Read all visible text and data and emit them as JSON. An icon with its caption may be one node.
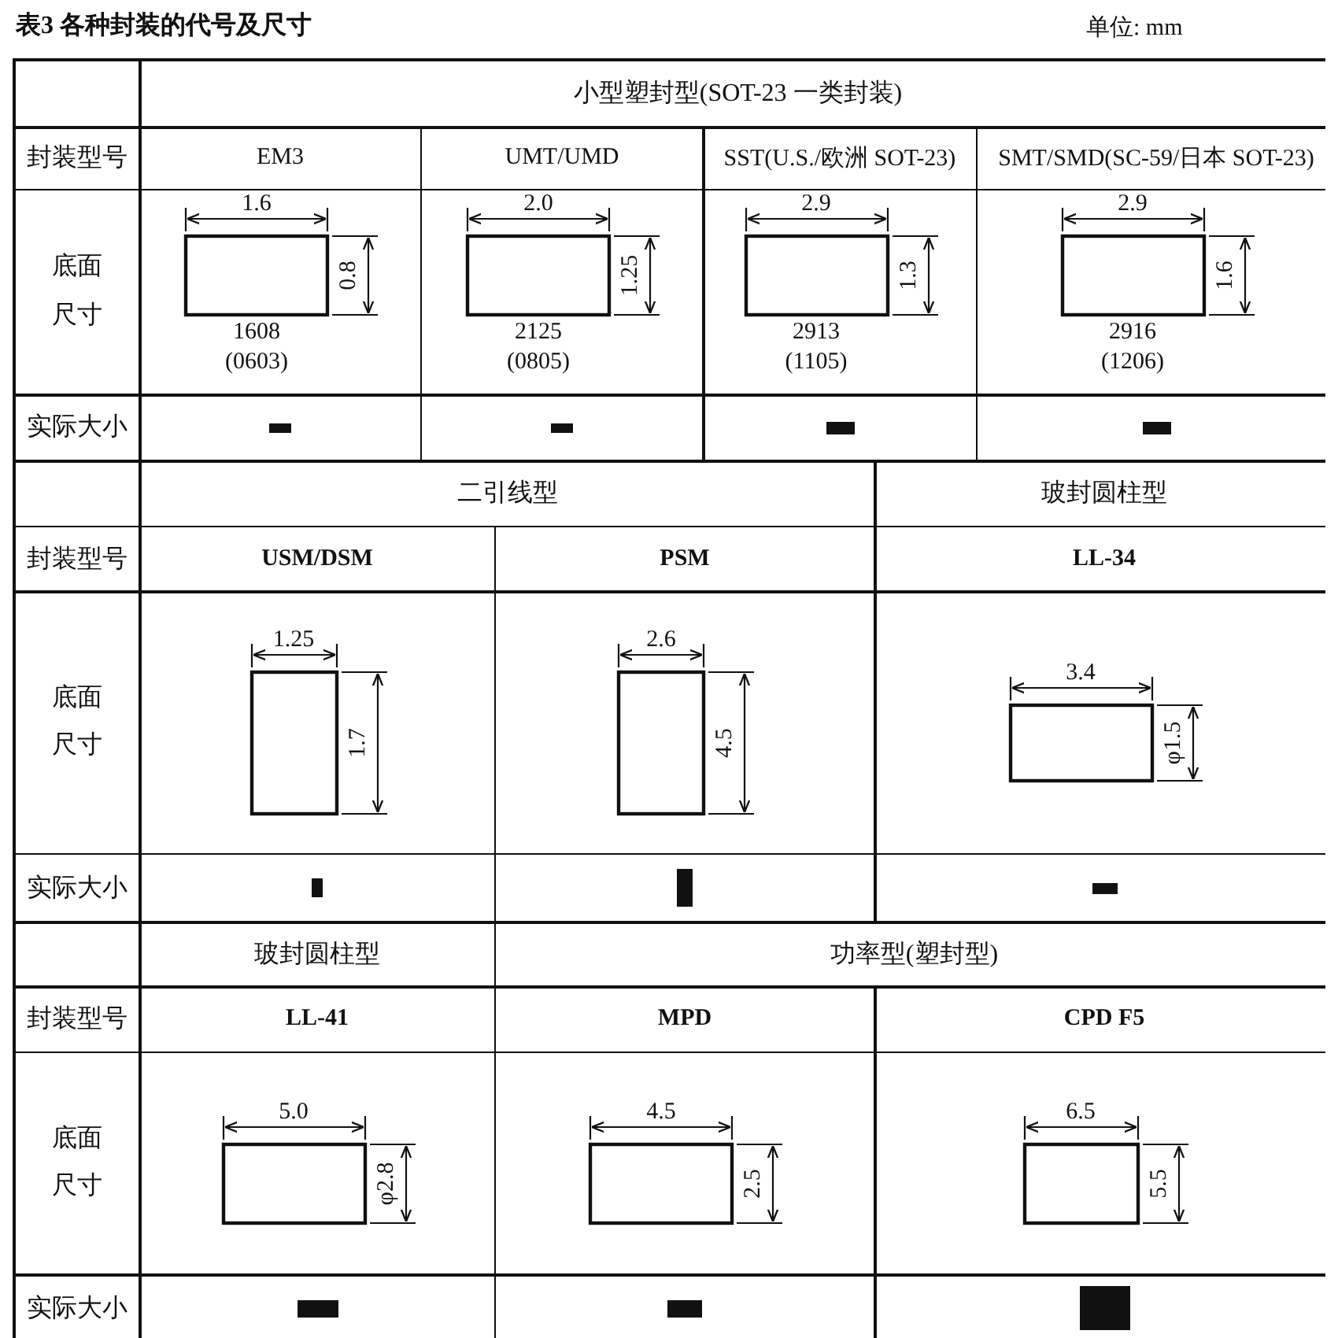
{
  "diagram": {
    "title": "表3 各种封装的代号及尺寸",
    "labels": [
      "单位: mm",
      "小型塑封型(SOT-23 一类封装)",
      "封装型号",
      "EM3",
      "UMT/UMD",
      "SST(U.S./欧洲 SOT-23)",
      "SMT/SMD(SC-59/日本 SOT-23)",
      "底面尺寸",
      "1.6",
      "0.8",
      "1608",
      "(0603)",
      "2.0",
      "1.25",
      "2125",
      "(0805)",
      "2.9",
      "1.3",
      "2913",
      "(1105)",
      "2.9",
      "1.6",
      "2916",
      "(1206)",
      "实际大小",
      "二引线型",
      "玻封圆柱型",
      "封装型号",
      "USM/DSM",
      "PSM",
      "LL-34",
      "底面尺寸",
      "1.25",
      "1.7",
      "2.6",
      "4.5",
      "3.4",
      "φ1.5",
      "实际大小",
      "玻封圆柱型",
      "功率型(塑封型)",
      "封装型号",
      "LL-41",
      "MPD",
      "CPD F5",
      "底面尺寸",
      "5.0",
      "φ2.8",
      "4.5",
      "2.5",
      "6.5",
      "5.5",
      "实际大小"
    ]
  }
}
